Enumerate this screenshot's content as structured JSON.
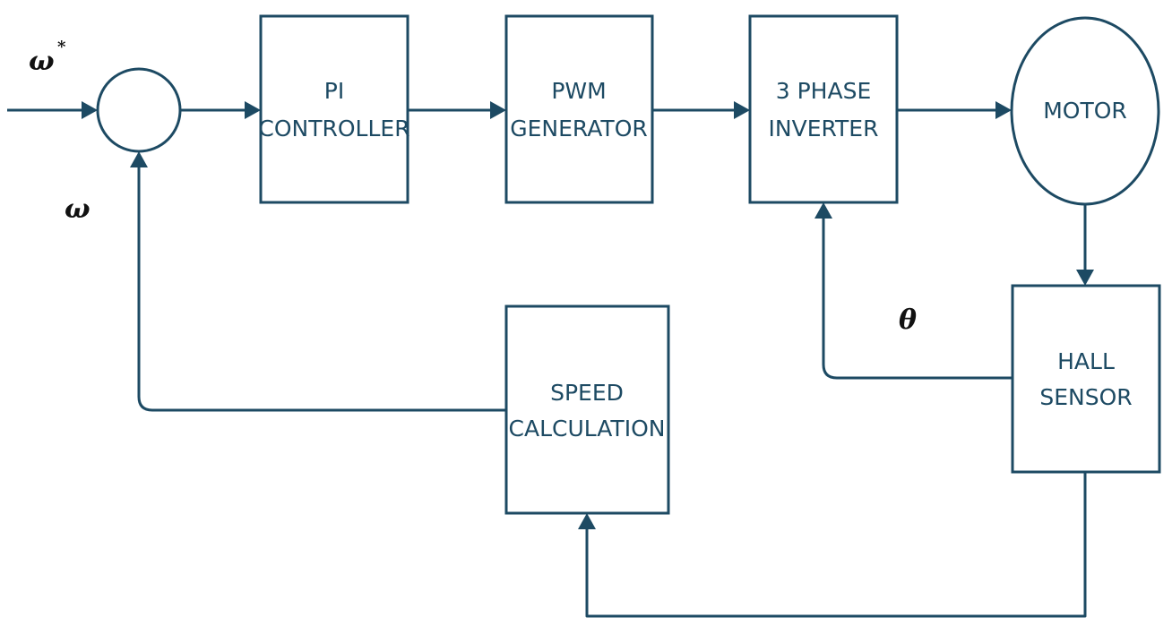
{
  "blocks": {
    "pi_controller": {
      "line1": "PI",
      "line2": "CONTROLLER"
    },
    "pwm_generator": {
      "line1": "PWM",
      "line2": "GENERATOR"
    },
    "inverter": {
      "line1": "3 PHASE",
      "line2": "INVERTER"
    },
    "motor": {
      "label": "MOTOR"
    },
    "hall_sensor": {
      "line1": "HALL",
      "line2": "SENSOR"
    },
    "speed_calculation": {
      "line1": "SPEED",
      "line2": "CALCULATION"
    }
  },
  "signals": {
    "reference_speed": "ω",
    "reference_speed_superscript": "*",
    "measured_speed": "ω",
    "rotor_position": "θ"
  },
  "colors": {
    "line": "#1d4a63",
    "symbol": "#111111",
    "background": "#ffffff"
  }
}
